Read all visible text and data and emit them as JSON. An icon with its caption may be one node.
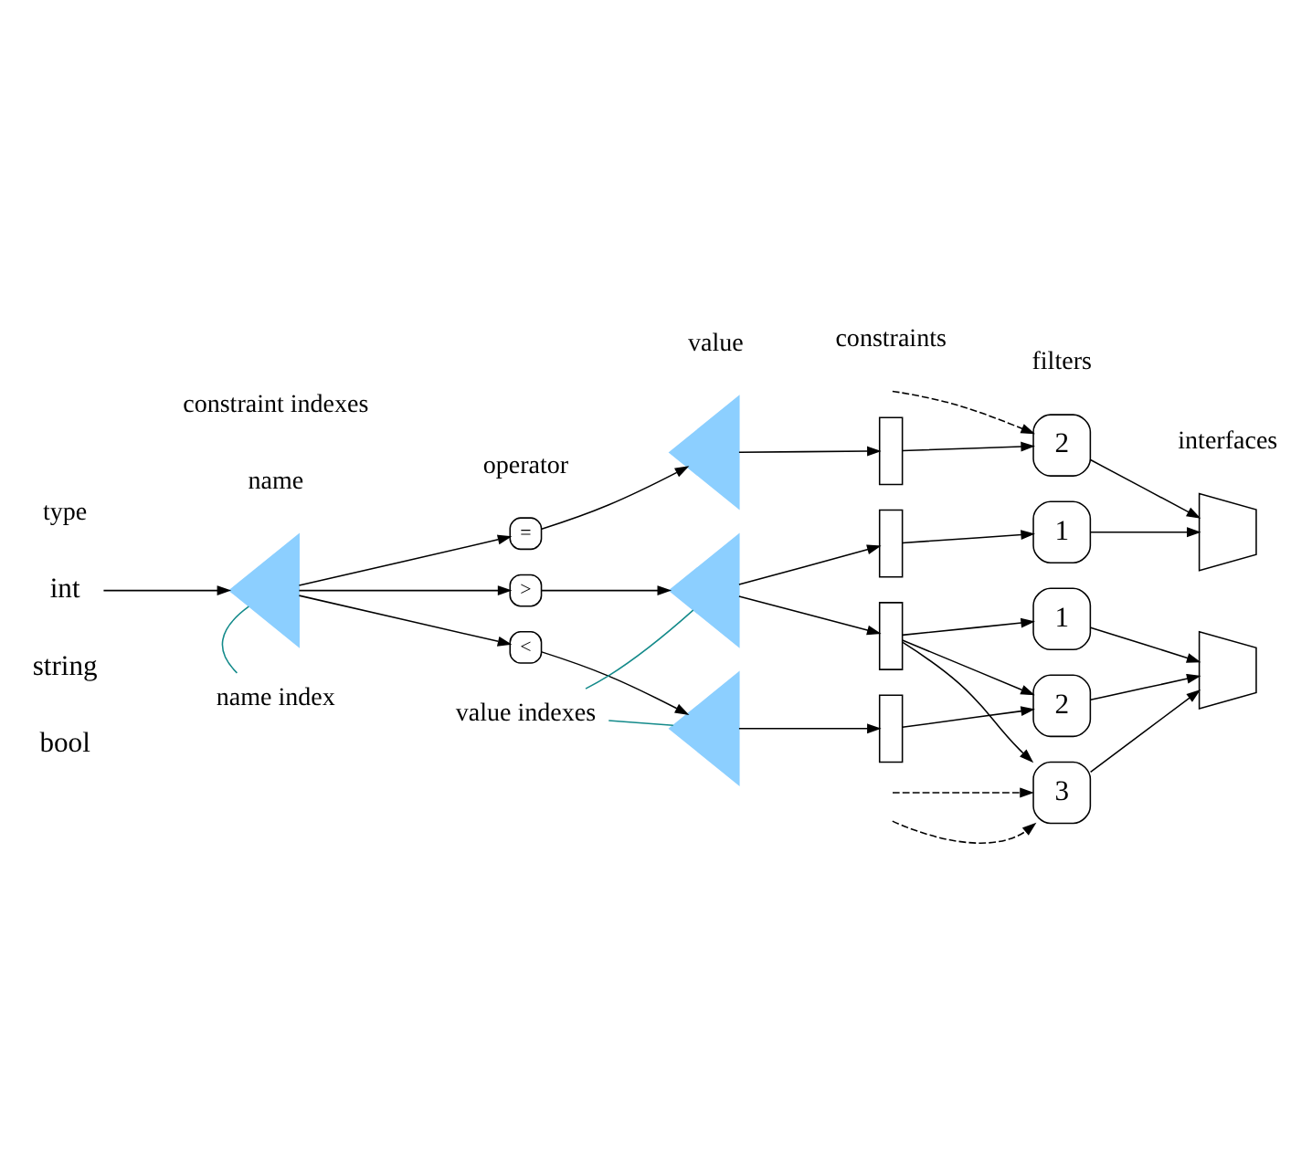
{
  "diagram": {
    "nodes": [
      {
        "text": [
          "int"
        ]
      },
      {
        "text": [
          "string"
        ]
      },
      {
        "text": [
          "bool"
        ]
      },
      {
        "text": [],
        "shape": "triangle"
      },
      {
        "text": [
          "="
        ]
      },
      {
        "text": [
          ">"
        ]
      },
      {
        "text": [
          "<"
        ]
      },
      {
        "text": [],
        "shape": "triangle"
      },
      {
        "text": [],
        "shape": "triangle"
      },
      {
        "text": [],
        "shape": "triangle"
      },
      {
        "text": [],
        "shape": "box"
      },
      {
        "text": [],
        "shape": "box"
      },
      {
        "text": [],
        "shape": "box"
      },
      {
        "text": [],
        "shape": "box"
      },
      {
        "text": [
          "2"
        ]
      },
      {
        "text": [
          "1"
        ]
      },
      {
        "text": [
          "1"
        ]
      },
      {
        "text": [
          "2"
        ]
      },
      {
        "text": [
          "3"
        ]
      },
      {
        "text": [],
        "shape": "trapezium"
      },
      {
        "text": [],
        "shape": "trapezium"
      },
      {
        "text": [
          "name index"
        ]
      },
      {
        "text": [
          "value indexes"
        ]
      }
    ],
    "edges": [
      {
        "from": 0,
        "to": 3,
        "arrow": "to"
      },
      {
        "from": 3,
        "to": 4,
        "arrow": "to"
      },
      {
        "from": 3,
        "to": 5,
        "arrow": "to"
      },
      {
        "from": 3,
        "to": 6,
        "arrow": "to"
      },
      {
        "from": 4,
        "to": 7,
        "arrow": "to"
      },
      {
        "from": 5,
        "to": 8,
        "arrow": "to"
      },
      {
        "from": 6,
        "to": 9,
        "arrow": "to"
      },
      {
        "from": 7,
        "to": 10,
        "arrow": "to"
      },
      {
        "from": 8,
        "to": 11,
        "arrow": "to"
      },
      {
        "from": 8,
        "to": 12,
        "arrow": "to"
      },
      {
        "from": 9,
        "to": 13,
        "arrow": "to"
      },
      {
        "from": null,
        "to": 14,
        "arrow": "to",
        "style": "dashed"
      },
      {
        "from": 10,
        "to": 14,
        "arrow": "to"
      },
      {
        "from": 11,
        "to": 15,
        "arrow": "to"
      },
      {
        "from": 12,
        "to": 16,
        "arrow": "to"
      },
      {
        "from": 12,
        "to": 17,
        "arrow": "to"
      },
      {
        "from": 12,
        "to": 18,
        "arrow": "to"
      },
      {
        "from": 13,
        "to": 17,
        "arrow": "to"
      },
      {
        "from": null,
        "to": 18,
        "arrow": "to",
        "style": "dashed"
      },
      {
        "from": null,
        "to": 18,
        "arrow": "to",
        "style": "dashed"
      },
      {
        "from": 14,
        "to": 19,
        "arrow": "to"
      },
      {
        "from": 15,
        "to": 19,
        "arrow": "to"
      },
      {
        "from": 16,
        "to": 20,
        "arrow": "to"
      },
      {
        "from": 17,
        "to": 20,
        "arrow": "to"
      },
      {
        "from": 18,
        "to": 20,
        "arrow": "to"
      },
      {
        "from": 21,
        "to": 3,
        "arrow": "none",
        "color": "#138a8a"
      },
      {
        "from": 22,
        "to": 8,
        "arrow": "none",
        "color": "#138a8a"
      },
      {
        "from": 22,
        "to": 9,
        "arrow": "none",
        "color": "#138a8a"
      }
    ],
    "labels": [
      "constraint indexes",
      "constraints",
      "filters",
      "interfaces",
      "type",
      "name",
      "operator",
      "value"
    ]
  }
}
